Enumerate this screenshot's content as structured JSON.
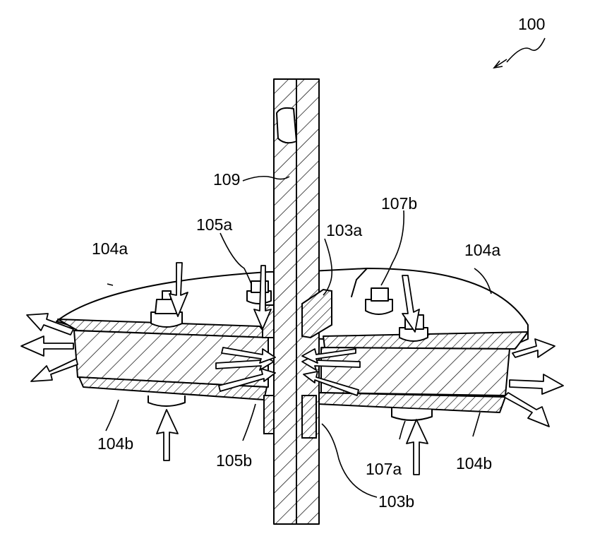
{
  "figure": {
    "reference_number": "100",
    "labels": {
      "l109": "109",
      "l105a": "105a",
      "l103a": "103a",
      "l107b": "107b",
      "l104a_left": "104a",
      "l104a_right": "104a",
      "l104b_left": "104b",
      "l104b_right": "104b",
      "l105b": "105b",
      "l107a": "107a",
      "l103b": "103b"
    }
  }
}
